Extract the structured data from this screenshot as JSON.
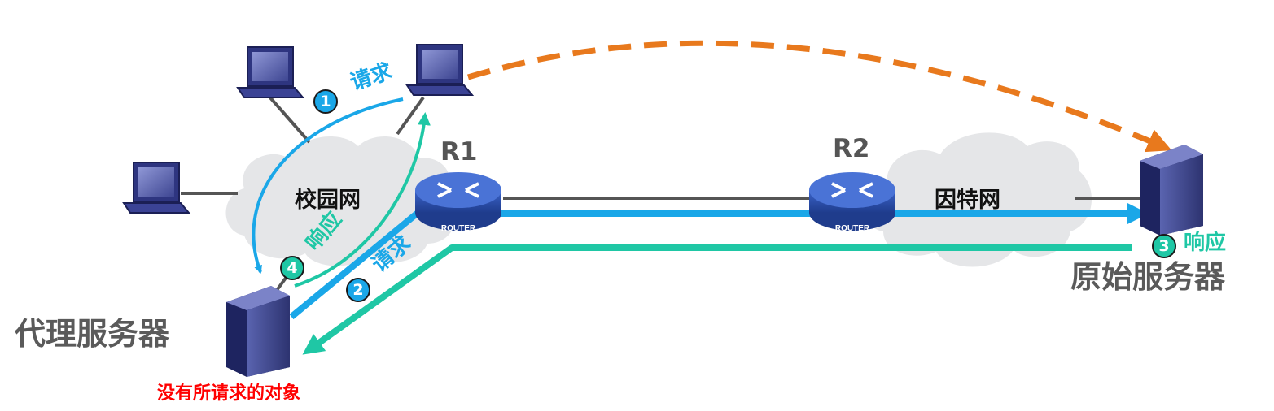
{
  "colors": {
    "request": "#1aa7e8",
    "response": "#1fc7a5",
    "direct": "#e8791d",
    "note": "#ff0000",
    "label_gray": "#5a5a5a",
    "cloud": "#e5e6e8"
  },
  "clouds": {
    "campus": "校园网",
    "internet": "因特网"
  },
  "routers": {
    "r1": {
      "label": "R1",
      "caption": "ROUTER"
    },
    "r2": {
      "label": "R2",
      "caption": "ROUTER"
    }
  },
  "servers": {
    "proxy": "代理服务器",
    "origin": "原始服务器"
  },
  "note": "没有所请求的对象",
  "steps": [
    {
      "number": "1",
      "label": "请求",
      "kind": "request"
    },
    {
      "number": "2",
      "label": "请求",
      "kind": "request"
    },
    {
      "number": "3",
      "label": "响应",
      "kind": "response"
    },
    {
      "number": "4",
      "label": "响应",
      "kind": "response"
    }
  ],
  "icons": {
    "pc": "desktop-computer-icon",
    "router": "router-icon",
    "server": "tower-server-icon",
    "cloud": "cloud-icon"
  }
}
